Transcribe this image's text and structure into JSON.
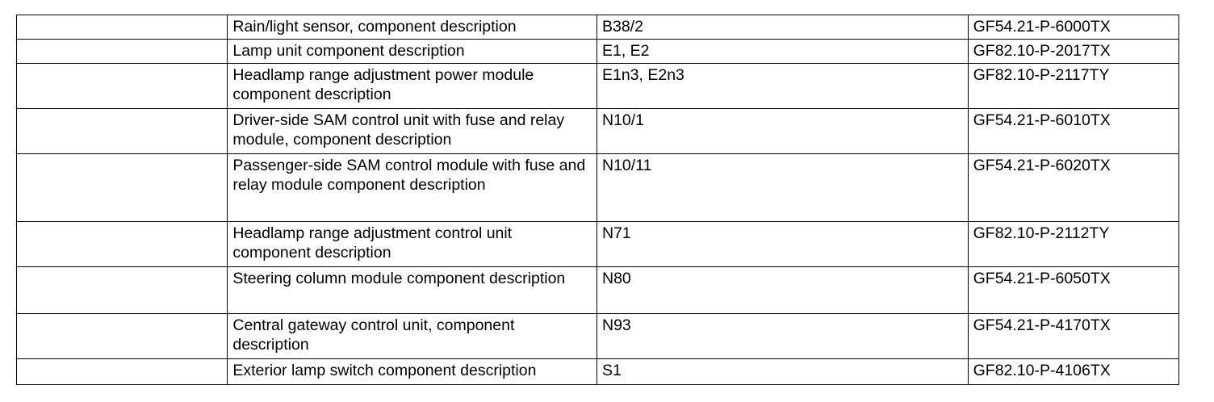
{
  "rows": [
    {
      "blank": "",
      "description": "Rain/light sensor, component description",
      "code": "B38/2",
      "reference": "GF54.21-P-6000TX"
    },
    {
      "blank": "",
      "description": "Lamp unit component description",
      "code": "E1, E2",
      "reference": "GF82.10-P-2017TX"
    },
    {
      "blank": "",
      "description": "Headlamp range adjustment power module component description",
      "code": "E1n3, E2n3",
      "reference": "GF82.10-P-2117TY"
    },
    {
      "blank": "",
      "description": "Driver-side SAM control unit with fuse and relay module, component description",
      "code": "N10/1",
      "reference": "GF54.21-P-6010TX"
    },
    {
      "blank": "",
      "description": "Passenger-side SAM control module with fuse and relay module  component description",
      "code": "N10/11",
      "reference": "GF54.21-P-6020TX"
    },
    {
      "blank": "",
      "description": "Headlamp range adjustment control unit component description",
      "code": "N71",
      "reference": "GF82.10-P-2112TY"
    },
    {
      "blank": "",
      "description": "Steering column module component description",
      "code": "N80",
      "reference": "GF54.21-P-6050TX"
    },
    {
      "blank": "",
      "description": "Central gateway control unit, component description",
      "code": "N93",
      "reference": "GF54.21-P-4170TX"
    },
    {
      "blank": "",
      "description": "Exterior lamp switch component description",
      "code": "S1",
      "reference": "GF82.10-P-4106TX"
    }
  ]
}
